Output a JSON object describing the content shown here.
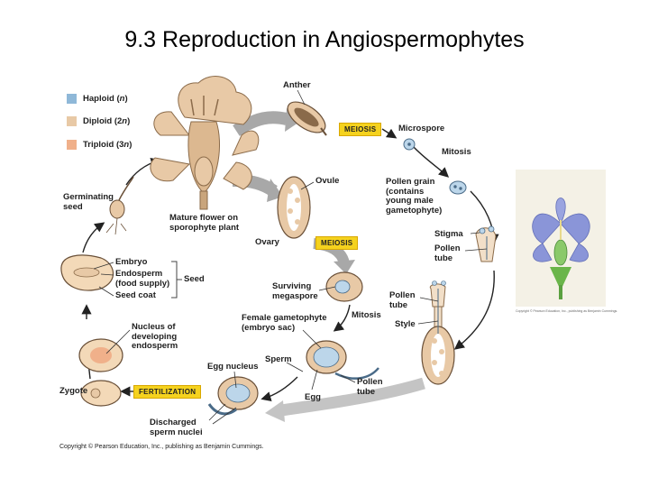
{
  "title": "9.3 Reproduction in Angiospermophytes",
  "legend": [
    {
      "label": "Haploid (",
      "n": "n",
      "close": ")",
      "color": "#8fb8d8"
    },
    {
      "label": "Diploid (2",
      "n": "n",
      "close": ")",
      "color": "#e8c9a6"
    },
    {
      "label": "Triploid (3",
      "n": "n",
      "close": ")",
      "color": "#f0b08a"
    }
  ],
  "labels": {
    "anther": "Anther",
    "microspore": "Microspore",
    "mitosis_top": "Mitosis",
    "pollen_grain_1": "Pollen grain",
    "pollen_grain_2": "(contains",
    "pollen_grain_3": "young male",
    "pollen_grain_4": "gametophyte)",
    "ovule": "Ovule",
    "mature_flower_1": "Mature flower on",
    "mature_flower_2": "sporophyte plant",
    "ovary": "Ovary",
    "germinating_1": "Germinating",
    "germinating_2": "seed",
    "stigma": "Stigma",
    "pollen_tube_a_1": "Pollen",
    "pollen_tube_a_2": "tube",
    "embryo": "Embryo",
    "endosperm_1": "Endosperm",
    "endosperm_2": "(food supply)",
    "seed_coat": "Seed coat",
    "seed": "Seed",
    "surviving_1": "Surviving",
    "surviving_2": "megaspore",
    "pollen_tube_b_1": "Pollen",
    "pollen_tube_b_2": "tube",
    "style": "Style",
    "female_game_1": "Female gametophyte",
    "female_game_2": "(embryo sac)",
    "mitosis_mid": "Mitosis",
    "nucleus_1": "Nucleus of",
    "nucleus_2": "developing",
    "nucleus_3": "endosperm",
    "egg_nucleus": "Egg nucleus",
    "sperm": "Sperm",
    "zygote": "Zygote",
    "egg": "Egg",
    "pollen_tube_c_1": "Pollen",
    "pollen_tube_c_2": "tube",
    "discharged_1": "Discharged",
    "discharged_2": "sperm nuclei"
  },
  "badges": {
    "meiosis_top": "MEIOSIS",
    "meiosis_mid": "MEIOSIS",
    "fertilization": "FERTILIZATION"
  },
  "copyright": "Copyright © Pearson Education, Inc., publishing as Benjamin Cummings.",
  "photo_credit": "Copyright © Pearson Education, Inc., publishing as Benjamin Cummings."
}
